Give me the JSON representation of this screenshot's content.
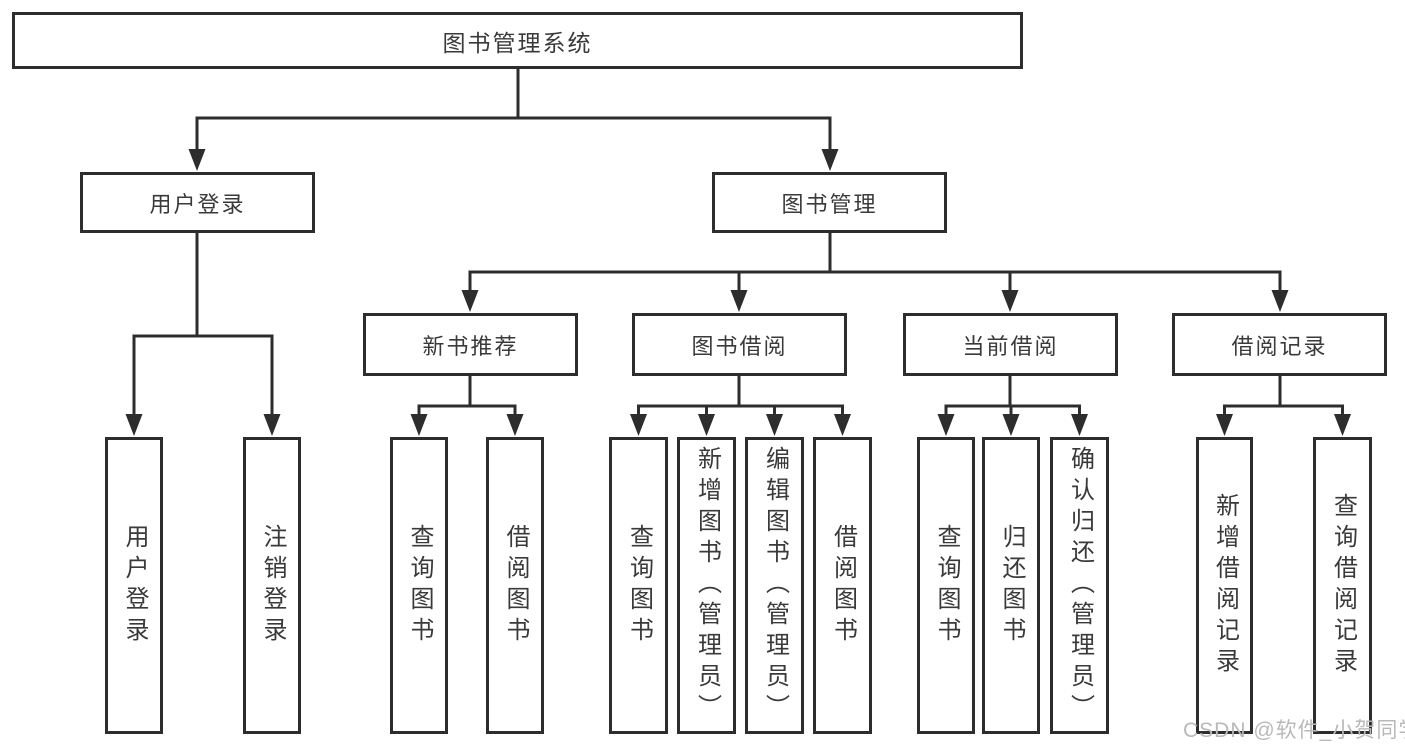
{
  "diagram": {
    "root": {
      "label": "图书管理系统"
    },
    "branches": [
      {
        "label": "用户登录",
        "children": [
          {
            "label": "用户登录"
          },
          {
            "label": "注销登录"
          }
        ]
      },
      {
        "label": "图书管理",
        "children": [
          {
            "label": "新书推荐",
            "children": [
              {
                "label": "查询图书"
              },
              {
                "label": "借阅图书"
              }
            ]
          },
          {
            "label": "图书借阅",
            "children": [
              {
                "label": "查询图书"
              },
              {
                "label": "新增图书（管理员）"
              },
              {
                "label": "编辑图书（管理员）"
              },
              {
                "label": "借阅图书"
              }
            ]
          },
          {
            "label": "当前借阅",
            "children": [
              {
                "label": "查询图书"
              },
              {
                "label": "归还图书"
              },
              {
                "label": "确认归还（管理员）"
              }
            ]
          },
          {
            "label": "借阅记录",
            "children": [
              {
                "label": "新增借阅记录"
              },
              {
                "label": "查询借阅记录"
              }
            ]
          }
        ]
      }
    ]
  },
  "watermark": {
    "text": "CSDN @软件_小贺同学"
  },
  "colors": {
    "line": "#2d2d2d",
    "text": "#3a3a3a",
    "watermark": "#b9b9b9",
    "background": "#ffffff"
  }
}
